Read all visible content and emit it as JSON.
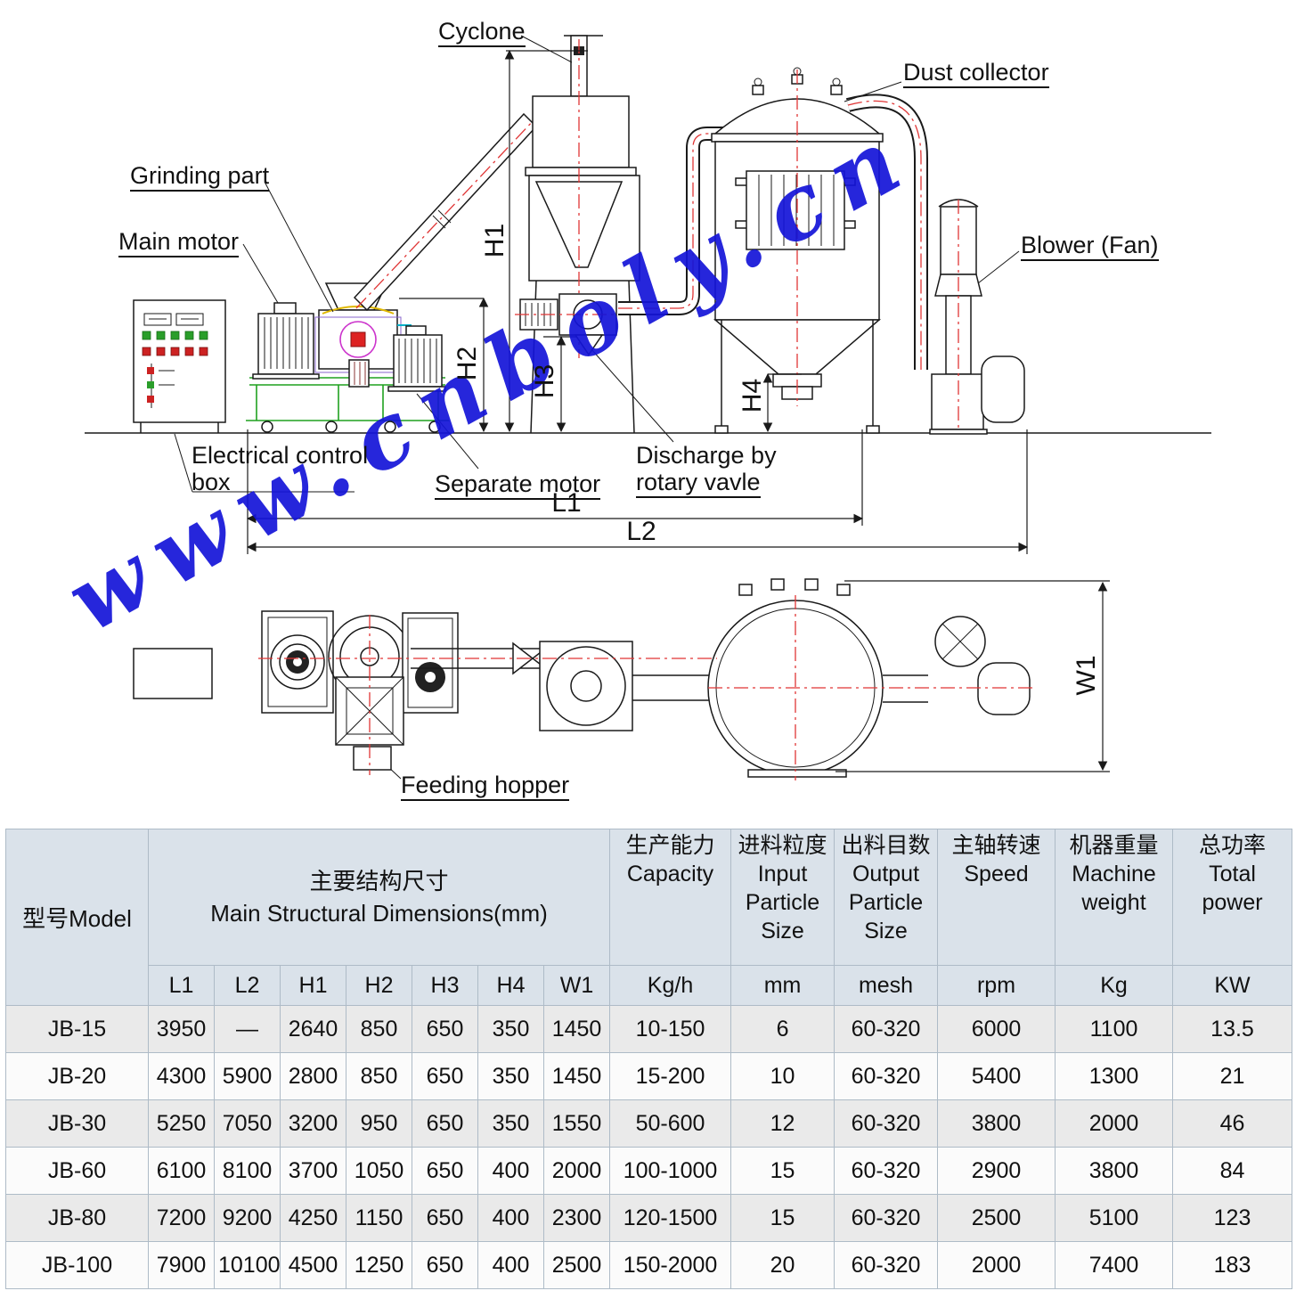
{
  "watermark": "www.cnboly.cn",
  "colors": {
    "watermark_blue": "#1414d8",
    "centerline_red": "#e03535",
    "table_header_bg": "#dae2ea"
  },
  "diagram": {
    "labels": {
      "cyclone": "Cyclone",
      "dust_collector": "Dust collector",
      "grinding_part": "Grinding part",
      "main_motor": "Main motor",
      "blower": "Blower (Fan)",
      "electrical_control_box_line1": "Electrical control",
      "electrical_control_box_line2": "box",
      "separate_motor": "Separate motor",
      "discharge_line1": "Discharge by",
      "discharge_line2": "rotary vavle",
      "feeding_hopper": "Feeding hopper"
    },
    "dimensions": {
      "h1": "H1",
      "h2": "H2",
      "h3": "H3",
      "h4": "H4",
      "l1": "L1",
      "l2": "L2",
      "w1": "W1"
    }
  },
  "table": {
    "model_header": "型号Model",
    "group_header_cn": "主要结构尺寸",
    "group_header_en": "Main Structural Dimensions(mm)",
    "capacity_cn": "生产能力",
    "capacity_en": "Capacity",
    "input_cn": "进料粒度",
    "input_en": "Input Particle Size",
    "output_cn": "出料目数",
    "output_en": "Output Particle Size",
    "speed_cn": "主轴转速",
    "speed_en": "Speed",
    "weight_cn": "机器重量",
    "weight_en": "Machine weight",
    "power_cn": "总功率",
    "power_en": "Total power",
    "units": [
      "L1",
      "L2",
      "H1",
      "H2",
      "H3",
      "H4",
      "W1",
      "Kg/h",
      "mm",
      "mesh",
      "rpm",
      "Kg",
      "KW"
    ],
    "rows": [
      [
        "JB-15",
        "3950",
        "—",
        "2640",
        "850",
        "650",
        "350",
        "1450",
        "10-150",
        "6",
        "60-320",
        "6000",
        "1100",
        "13.5"
      ],
      [
        "JB-20",
        "4300",
        "5900",
        "2800",
        "850",
        "650",
        "350",
        "1450",
        "15-200",
        "10",
        "60-320",
        "5400",
        "1300",
        "21"
      ],
      [
        "JB-30",
        "5250",
        "7050",
        "3200",
        "950",
        "650",
        "350",
        "1550",
        "50-600",
        "12",
        "60-320",
        "3800",
        "2000",
        "46"
      ],
      [
        "JB-60",
        "6100",
        "8100",
        "3700",
        "1050",
        "650",
        "400",
        "2000",
        "100-1000",
        "15",
        "60-320",
        "2900",
        "3800",
        "84"
      ],
      [
        "JB-80",
        "7200",
        "9200",
        "4250",
        "1150",
        "650",
        "400",
        "2300",
        "120-1500",
        "15",
        "60-320",
        "2500",
        "5100",
        "123"
      ],
      [
        "JB-100",
        "7900",
        "10100",
        "4500",
        "1250",
        "650",
        "400",
        "2500",
        "150-2000",
        "20",
        "60-320",
        "2000",
        "7400",
        "183"
      ]
    ]
  }
}
